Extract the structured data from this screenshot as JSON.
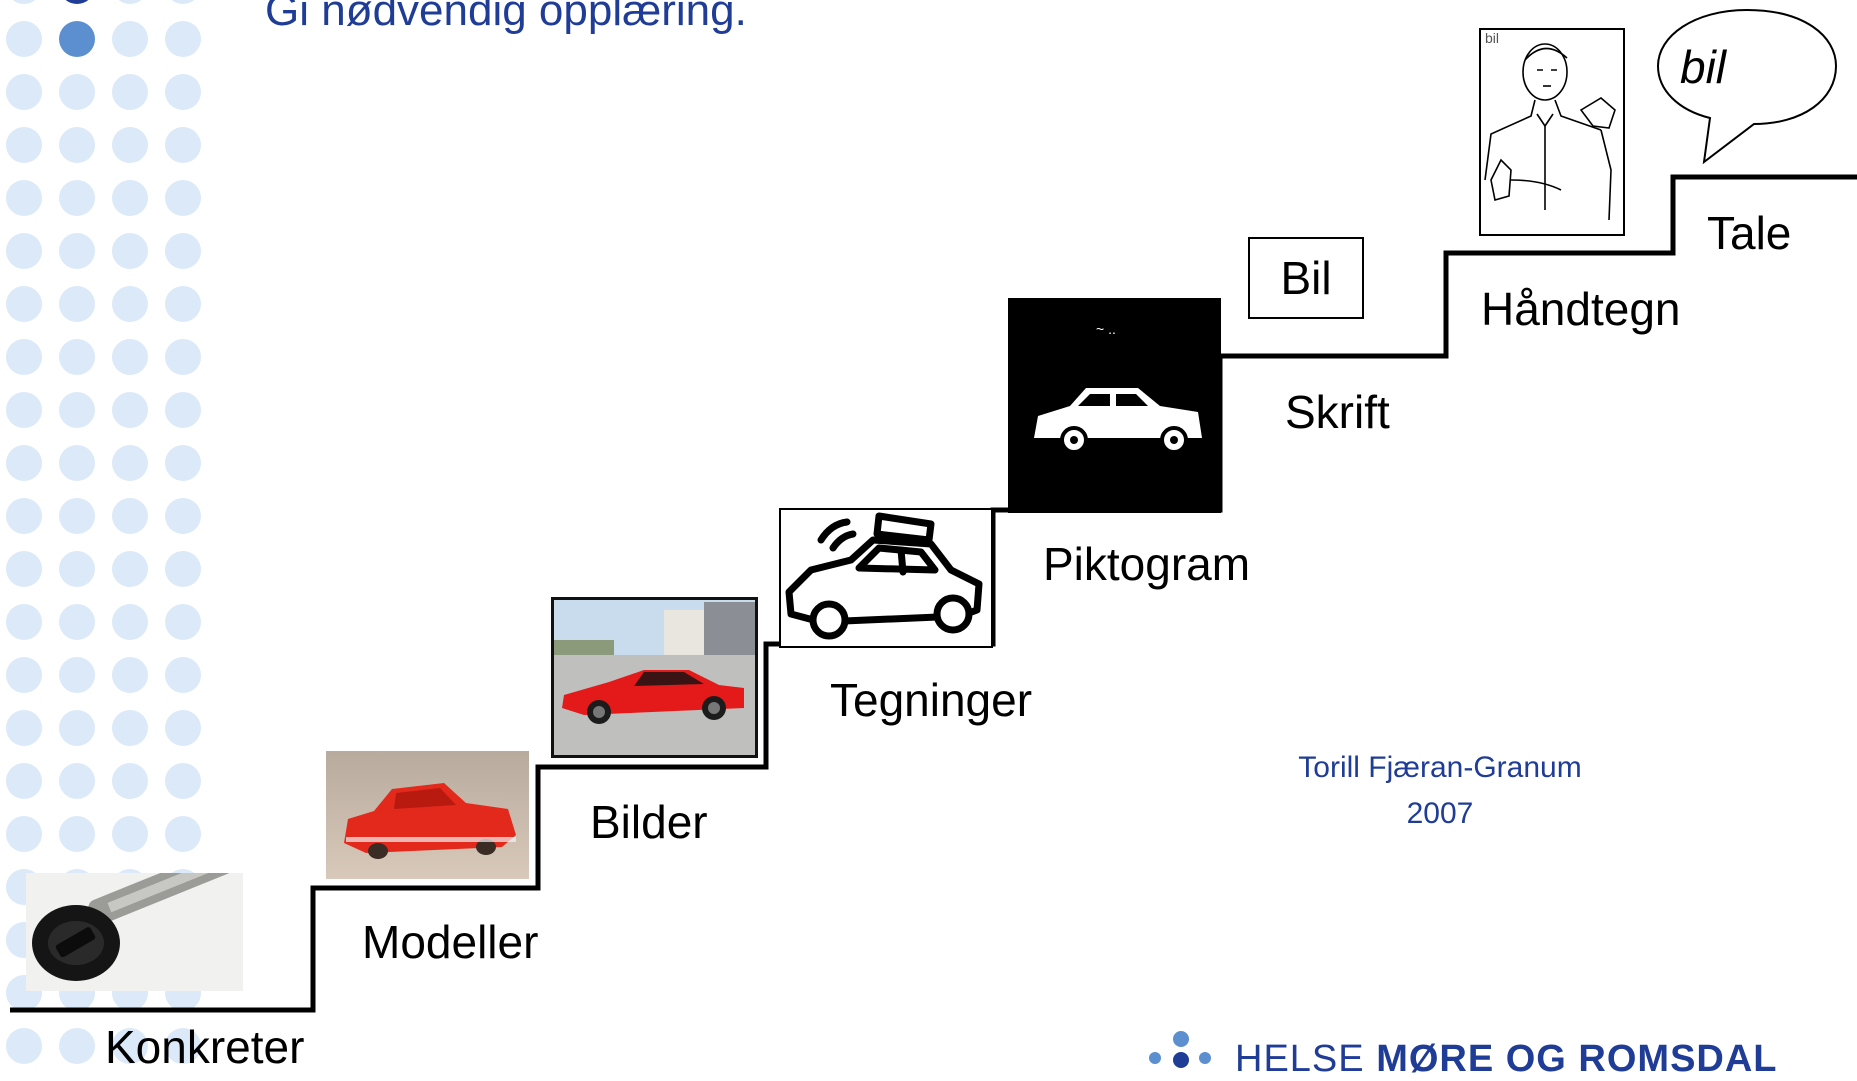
{
  "title": "Gi nødvendig opplæring.",
  "steps": {
    "konkreter": "Konkreter",
    "modeller": "Modeller",
    "bilder": "Bilder",
    "tegninger": "Tegninger",
    "piktogram": "Piktogram",
    "skrift": "Skrift",
    "handtegn": "Håndtegn",
    "tale": "Tale"
  },
  "written_word": "Bil",
  "speech_bubble": "bil",
  "sign_caption": "bil",
  "credit": {
    "name": "Torill Fjæran-Granum",
    "year": "2007"
  },
  "brand": {
    "prefix": "HELSE",
    "name": "MØRE OG ROMSDAL"
  },
  "colors": {
    "title": "#1f3c96",
    "dots_light": "#dbe9f8",
    "dots_dark": "#5b8fd0",
    "brand": "#1f3c96"
  }
}
